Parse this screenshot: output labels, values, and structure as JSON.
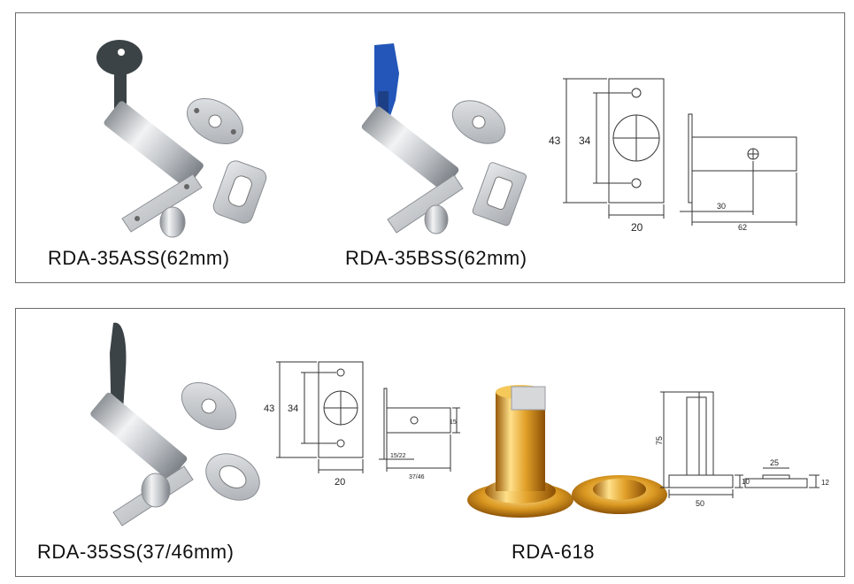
{
  "top_panel": {
    "product1_label": "RDA-35ASS(62mm)",
    "product2_label": "RDA-35BSS(62mm)",
    "drawing": {
      "front_height": "43",
      "front_inner": "34",
      "front_width": "20",
      "side_a": "30",
      "side_b": "62"
    }
  },
  "bottom_panel": {
    "product3_label": "RDA-35SS(37/46mm)",
    "product4_label": "RDA-618",
    "drawing1": {
      "front_height": "43",
      "front_inner": "34",
      "front_width": "20",
      "side_small": "15/22",
      "side_length": "37/46",
      "side_height": "15"
    },
    "drawing2": {
      "height": "75",
      "base_width": "50",
      "base_height": "10",
      "plate_width": "25",
      "plate_height": "12"
    }
  },
  "colors": {
    "steel": "#c9ccd0",
    "key_dark": "#3c4347",
    "key_blue": "#2356b8",
    "gold": "#d99a1e"
  }
}
